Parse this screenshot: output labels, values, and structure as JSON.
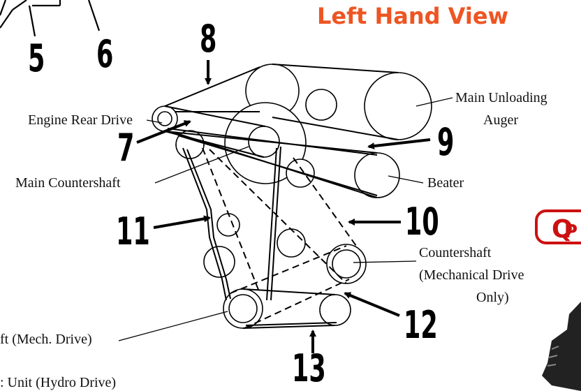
{
  "title": "Left Hand View",
  "colors": {
    "title": "#ee5522",
    "ink": "#111111",
    "logo": "#cc1111"
  },
  "labels": {
    "engine_rear_drive": "Engine Rear Drive",
    "main_unloading_auger_1": "Main Unloading",
    "main_unloading_auger_2": "Auger",
    "main_countershaft": "Main Countershaft",
    "beater": "Beater",
    "countershaft_1": "Countershaft",
    "countershaft_2": "(Mechanical Drive",
    "countershaft_3": "Only)",
    "mech_drive": "ft (Mech. Drive)",
    "hydro_drive": ": Unit (Hydro Drive)"
  },
  "callouts": [
    "5",
    "6",
    "8",
    "7",
    "9",
    "11",
    "10",
    "12",
    "13"
  ],
  "logo_text": "Q",
  "logo_text_2": "P"
}
